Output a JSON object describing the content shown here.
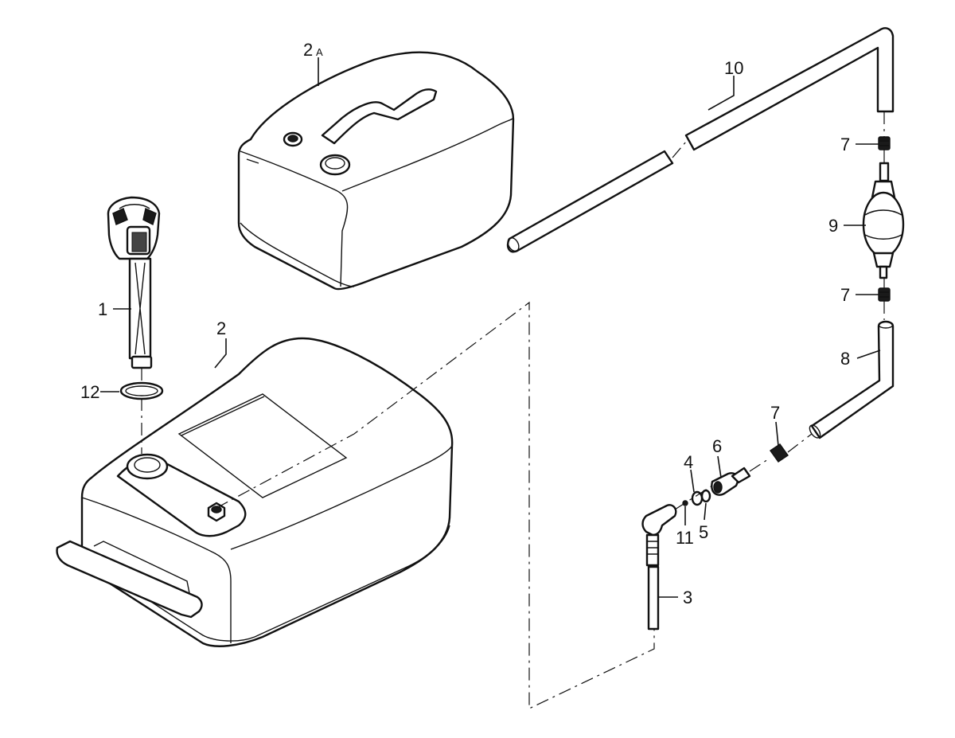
{
  "callouts": {
    "c1": "1",
    "c2": "2",
    "c2a_num": "2",
    "c2a_suffix": "A",
    "c3": "3",
    "c4": "4",
    "c5": "5",
    "c6": "6",
    "c7_top": "7",
    "c7_mid": "7",
    "c7_low": "7",
    "c8": "8",
    "c9": "9",
    "c10": "10",
    "c11": "11",
    "c12": "12"
  },
  "parts": [
    {
      "id": "1",
      "icon": "fuel-gauge-icon"
    },
    {
      "id": "2",
      "icon": "fuel-tank-icon"
    },
    {
      "id": "2A",
      "icon": "fuel-tank-icon"
    },
    {
      "id": "3",
      "icon": "pickup-tube-icon"
    },
    {
      "id": "4",
      "icon": "washer-icon"
    },
    {
      "id": "5",
      "icon": "o-ring-icon"
    },
    {
      "id": "6",
      "icon": "connector-icon"
    },
    {
      "id": "7",
      "icon": "hose-clamp-icon"
    },
    {
      "id": "8",
      "icon": "fuel-hose-icon"
    },
    {
      "id": "9",
      "icon": "primer-bulb-icon"
    },
    {
      "id": "10",
      "icon": "fuel-hose-icon"
    },
    {
      "id": "11",
      "icon": "ball-icon"
    },
    {
      "id": "12",
      "icon": "o-ring-icon"
    }
  ],
  "colors": {
    "line": "#111111",
    "background": "#ffffff"
  }
}
